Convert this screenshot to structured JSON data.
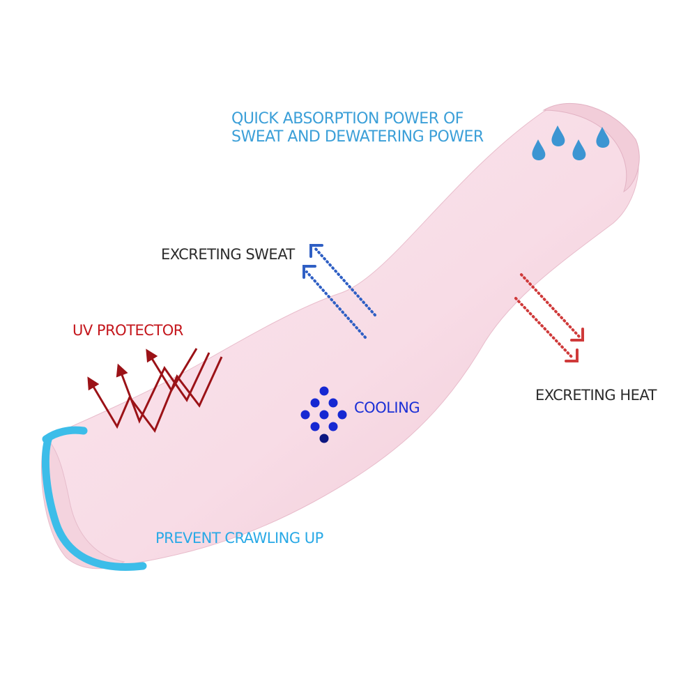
{
  "colors": {
    "sleeve": "#f8dde6",
    "sleeve_shade": "#efc6d4",
    "cuff_band": "#3cbde9",
    "drop": "#3c95d2",
    "absorb_text": "#3b9fd8",
    "dark_text": "#2b2b2b",
    "uv_text": "#c4161c",
    "uv_arrow": "#9b1217",
    "cool_text": "#1a2fd6",
    "cool_dot": "#1628d2",
    "cool_dot_dark": "#0d1680",
    "sweat_arrow": "#2f5fc4",
    "heat_arrow": "#cf3a3a",
    "crawl_text": "#29a9e6"
  },
  "labels": {
    "absorb_line1": "QUICK ABSORPTION POWER OF",
    "absorb_line2": "SWEAT AND DEWATERING POWER",
    "excreting_sweat": "EXCRETING SWEAT",
    "uv_protector": "UV PROTECTOR",
    "cooling": "COOLING",
    "excreting_heat": "EXCRETING HEAT",
    "prevent_crawling": "PREVENT CRAWLING UP"
  },
  "icons": {
    "water_drops": "water-drop-icon",
    "sweat_arrows": "dotted-arrow-up-icon",
    "heat_arrows": "dotted-arrow-down-icon",
    "uv_arrows": "zigzag-arrow-icon",
    "cooling_dots": "dot-diamond-icon",
    "cuff_band": "grip-band-icon"
  }
}
